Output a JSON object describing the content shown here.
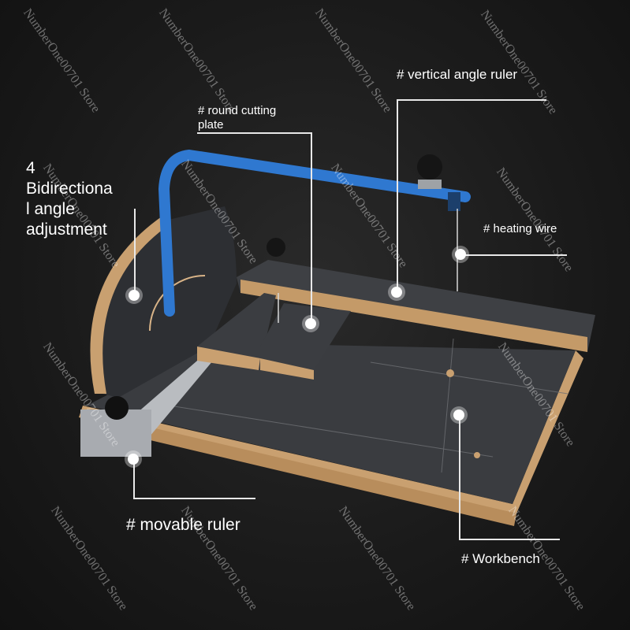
{
  "labels": {
    "vertical_angle_ruler": "# vertical angle ruler",
    "round_cutting_plate_1": "# round cutting",
    "round_cutting_plate_2": "plate",
    "angle_adjust_1": "4",
    "angle_adjust_2": "Bidirectiona",
    "angle_adjust_3": "l angle",
    "angle_adjust_4": "adjustment",
    "heating_wire": "# heating wire",
    "movable_ruler": "# movable ruler",
    "workbench": "# Workbench"
  },
  "watermark": "NumberOne00701 Store",
  "colors": {
    "background": "#1b1b1b",
    "frame_blue": "#2f78d0",
    "wood": "#c9a070",
    "plate": "#3b3d40",
    "callout": "#ffffff"
  }
}
